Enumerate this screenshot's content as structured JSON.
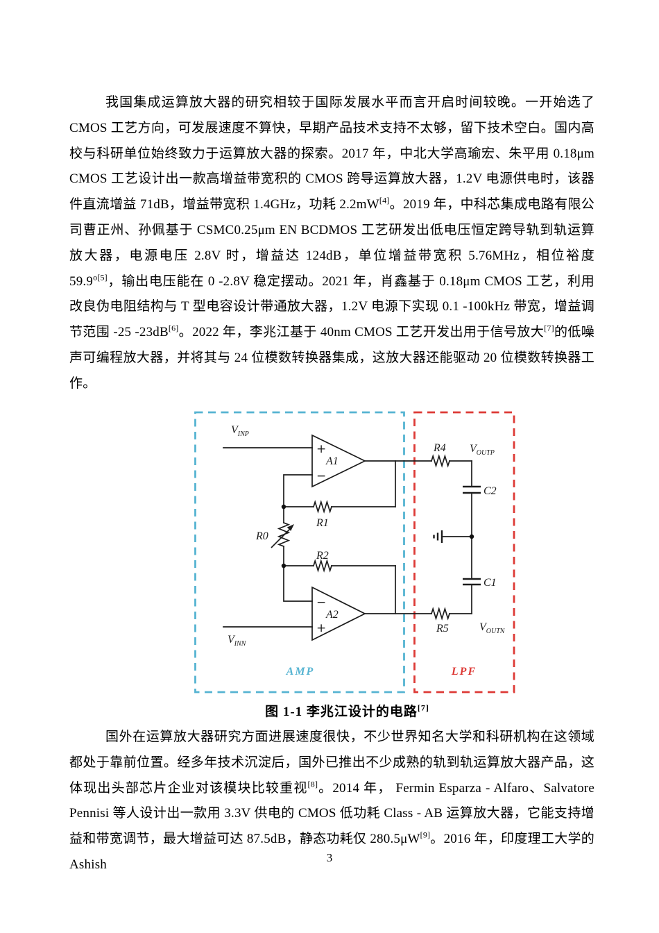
{
  "page": {
    "number": "3"
  },
  "paragraphs": [
    {
      "segments": [
        {
          "text": "我国集成运算放大器的研究相较于国际发展水平而言开启时间较晚。一开始选了 CMOS 工艺方向，可发展速度不算快，早期产品技术支持不太够，留下技术空白。国内高校与科研单位始终致力于运算放大器的探索。2017 年，中北大学高瑜宏、朱平用 0.18μm CMOS 工艺设计出一款高增益带宽积的 CMOS 跨导运算放大器，1.2V 电源供电时，该器件直流增益 71dB，增益带宽积 1.4GHz，功耗 2.2mW"
        },
        {
          "text": "[4]",
          "sup": true
        },
        {
          "text": "。2019 年，中科芯集成电路有限公司曹正州、孙佩基于 CSMC0.25μm EN BCDMOS 工艺研发出低电压恒定跨导轨到轨运算放大器，电源电压 2.8V 时，增益达 124dB，单位增益带宽积 5.76MHz，相位裕度 59.9"
        },
        {
          "text": "o[5]",
          "sup": true
        },
        {
          "text": "，输出电压能在 0 -2.8V 稳定摆动。2021 年，肖鑫基于 0.18μm CMOS 工艺，利用改良伪电阻结构与 T 型电容设计带通放大器，1.2V 电源下实现 0.1 -100kHz 带宽，增益调节范围 -25 -23dB"
        },
        {
          "text": "[6]",
          "sup": true
        },
        {
          "text": "。2022 年，李兆江基于 40nm CMOS 工艺开发出用于信号放大"
        },
        {
          "text": "[7]",
          "sup": true
        },
        {
          "text": "的低噪声可编程放大器，并将其与 24 位模数转换器集成，这放大器还能驱动 20 位模数转换器工作。"
        }
      ]
    },
    {
      "segments": [
        {
          "text": "国外在运算放大器研究方面进展速度很快，不少世界知名大学和科研机构在这领域都处于靠前位置。经多年技术沉淀后，国外已推出不少成熟的轨到轨运算放大器产品，这体现出头部芯片企业对该模块比较重视"
        },
        {
          "text": "[8]",
          "sup": true
        },
        {
          "text": "。2014 年， Fermin Esparza - Alfaro、Salvatore Pennisi 等人设计出一款用 3.3V 供电的 CMOS 低功耗 Class - AB 运算放大器，它能支持增益和带宽调节，最大增益可达 87.5dB，静态功耗仅 280.5μW"
        },
        {
          "text": "[9]",
          "sup": true
        },
        {
          "text": "。2016 年，印度理工大学的 Ashish"
        }
      ]
    }
  ],
  "figure": {
    "caption": {
      "text": "图 1-1 李兆江设计的电路",
      "ref": "[7]"
    },
    "colors": {
      "amp_accent": "#56b4d2",
      "lpf_accent": "#dd3a36",
      "wire": "#1c1c1c"
    },
    "labels": {
      "vinp": {
        "main": "V",
        "sub": "INP"
      },
      "vinn": {
        "main": "V",
        "sub": "INN"
      },
      "voutp": {
        "main": "V",
        "sub": "OUTP"
      },
      "voutn": {
        "main": "V",
        "sub": "OUTN"
      },
      "a1": "A1",
      "a2": "A2",
      "r0": "R0",
      "r1": "R1",
      "r2": "R2",
      "r4": "R4",
      "r5": "R5",
      "c1": "C1",
      "c2": "C2",
      "amp": "AMP",
      "lpf": "LPF",
      "plus": "+",
      "minus": "−"
    }
  }
}
